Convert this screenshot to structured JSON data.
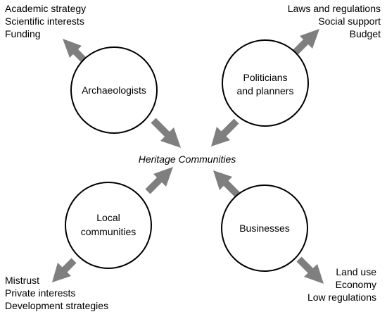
{
  "center": {
    "label": "Heritage Communities"
  },
  "nodes": {
    "archaeologists": {
      "label_lines": [
        "Archaeologists"
      ],
      "factors": [
        "Academic strategy",
        "Scientific interests",
        "Funding"
      ]
    },
    "politicians": {
      "label_lines": [
        "Politicians",
        "and planners"
      ],
      "factors": [
        "Laws and regulations",
        "Social support",
        "Budget"
      ]
    },
    "local": {
      "label_lines": [
        "Local",
        "communities"
      ],
      "factors": [
        "Mistrust",
        "Private interests",
        "Development strategies"
      ]
    },
    "businesses": {
      "label_lines": [
        "Businesses"
      ],
      "factors": [
        "Land use",
        "Economy",
        "Low regulations"
      ]
    }
  },
  "colors": {
    "arrow": "#7f7f7f",
    "circle_stroke": "#000000",
    "text": "#000000"
  }
}
